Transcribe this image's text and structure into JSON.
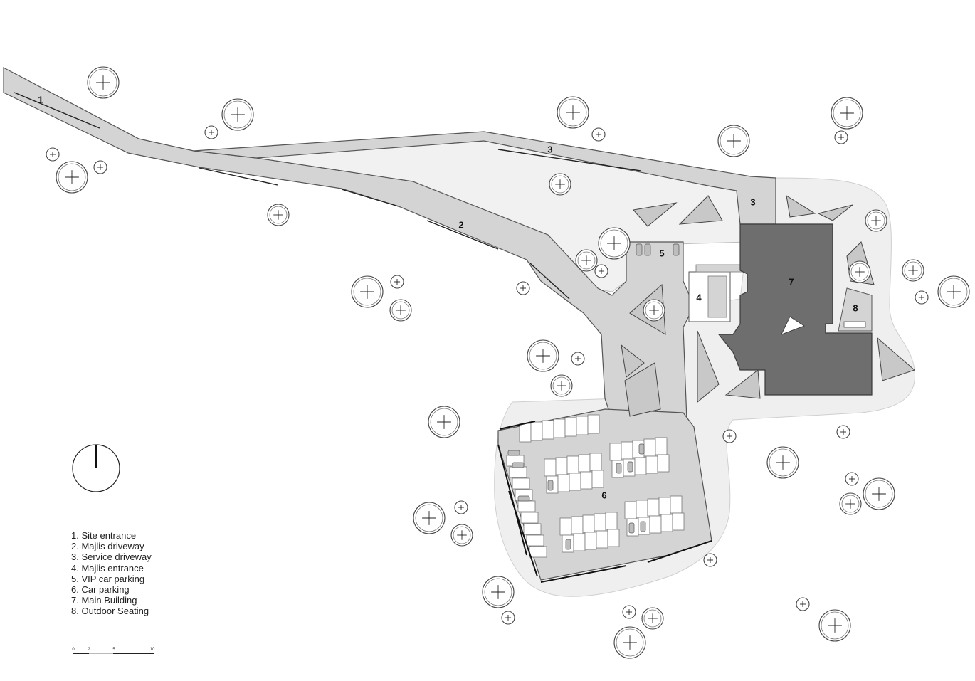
{
  "zone_labels": [
    {
      "id": "1",
      "text": "1"
    },
    {
      "id": "2",
      "text": "2"
    },
    {
      "id": "3a",
      "text": "3"
    },
    {
      "id": "3b",
      "text": "3"
    },
    {
      "id": "4",
      "text": "4"
    },
    {
      "id": "5",
      "text": "5"
    },
    {
      "id": "6",
      "text": "6"
    },
    {
      "id": "7",
      "text": "7"
    },
    {
      "id": "8",
      "text": "8"
    }
  ],
  "legend": [
    "1.  Site entrance",
    "2.  Majlis driveway",
    "3.  Service driveway",
    "4.  Majlis entrance",
    "5.  VIP car parking",
    "6.  Car parking",
    "7.   Main Building",
    "8.  Outdoor Seating"
  ],
  "scale_bar": {
    "ticks": [
      "0",
      "2",
      "5",
      "10"
    ]
  },
  "colors": {
    "road": "#d4d4d4",
    "site": "#efefef",
    "building": "#6e6e6e",
    "line": "#555555"
  }
}
